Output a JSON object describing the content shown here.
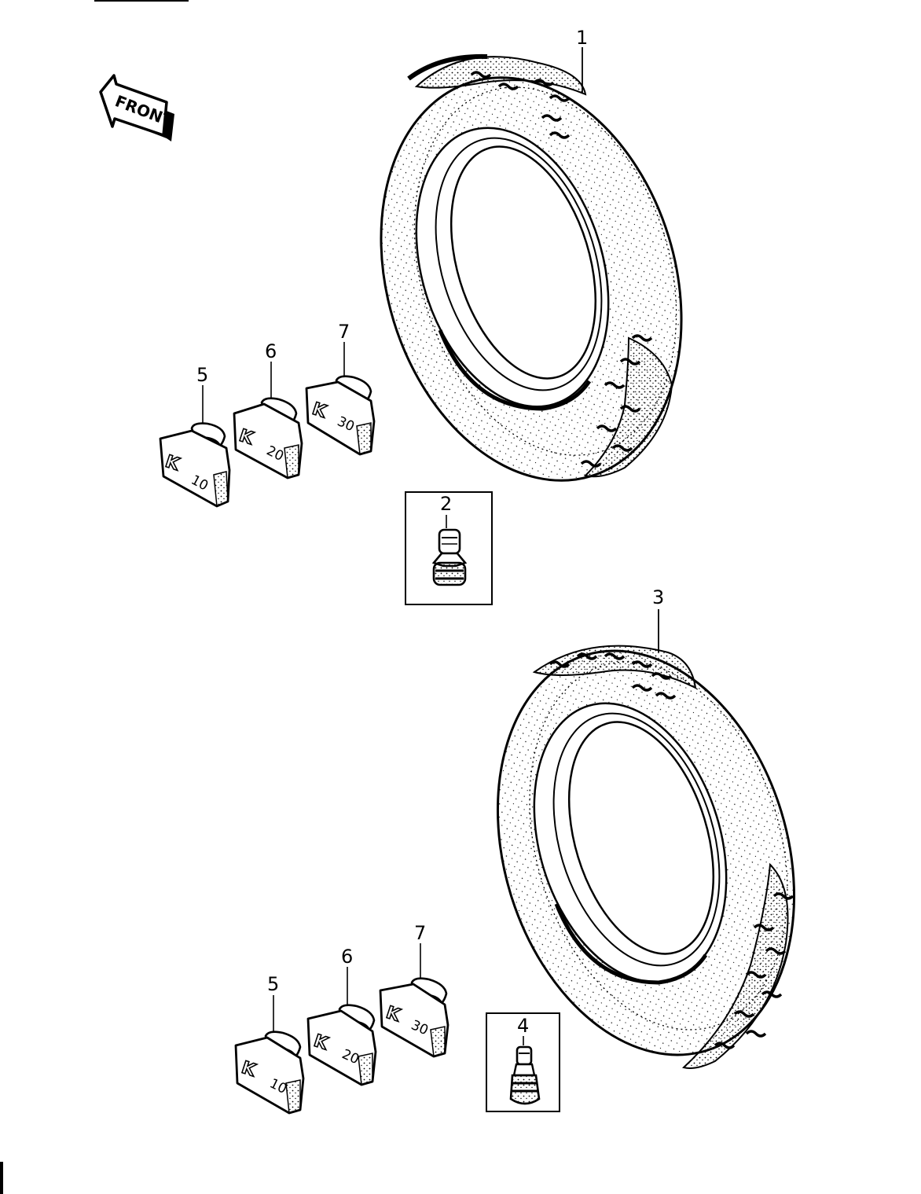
{
  "direction_label": "FRONT",
  "callouts": {
    "front_tire": "1",
    "front_valve": "2",
    "rear_tire": "3",
    "rear_valve": "4",
    "upper_weight_small": "5",
    "upper_weight_medium": "6",
    "upper_weight_large": "7",
    "lower_weight_small": "5",
    "lower_weight_medium": "6",
    "lower_weight_large": "7"
  },
  "weight_marks": {
    "logo": "K",
    "small": "10",
    "medium": "20",
    "large": "30"
  },
  "colors": {
    "ink": "#000000",
    "paper": "#ffffff"
  }
}
